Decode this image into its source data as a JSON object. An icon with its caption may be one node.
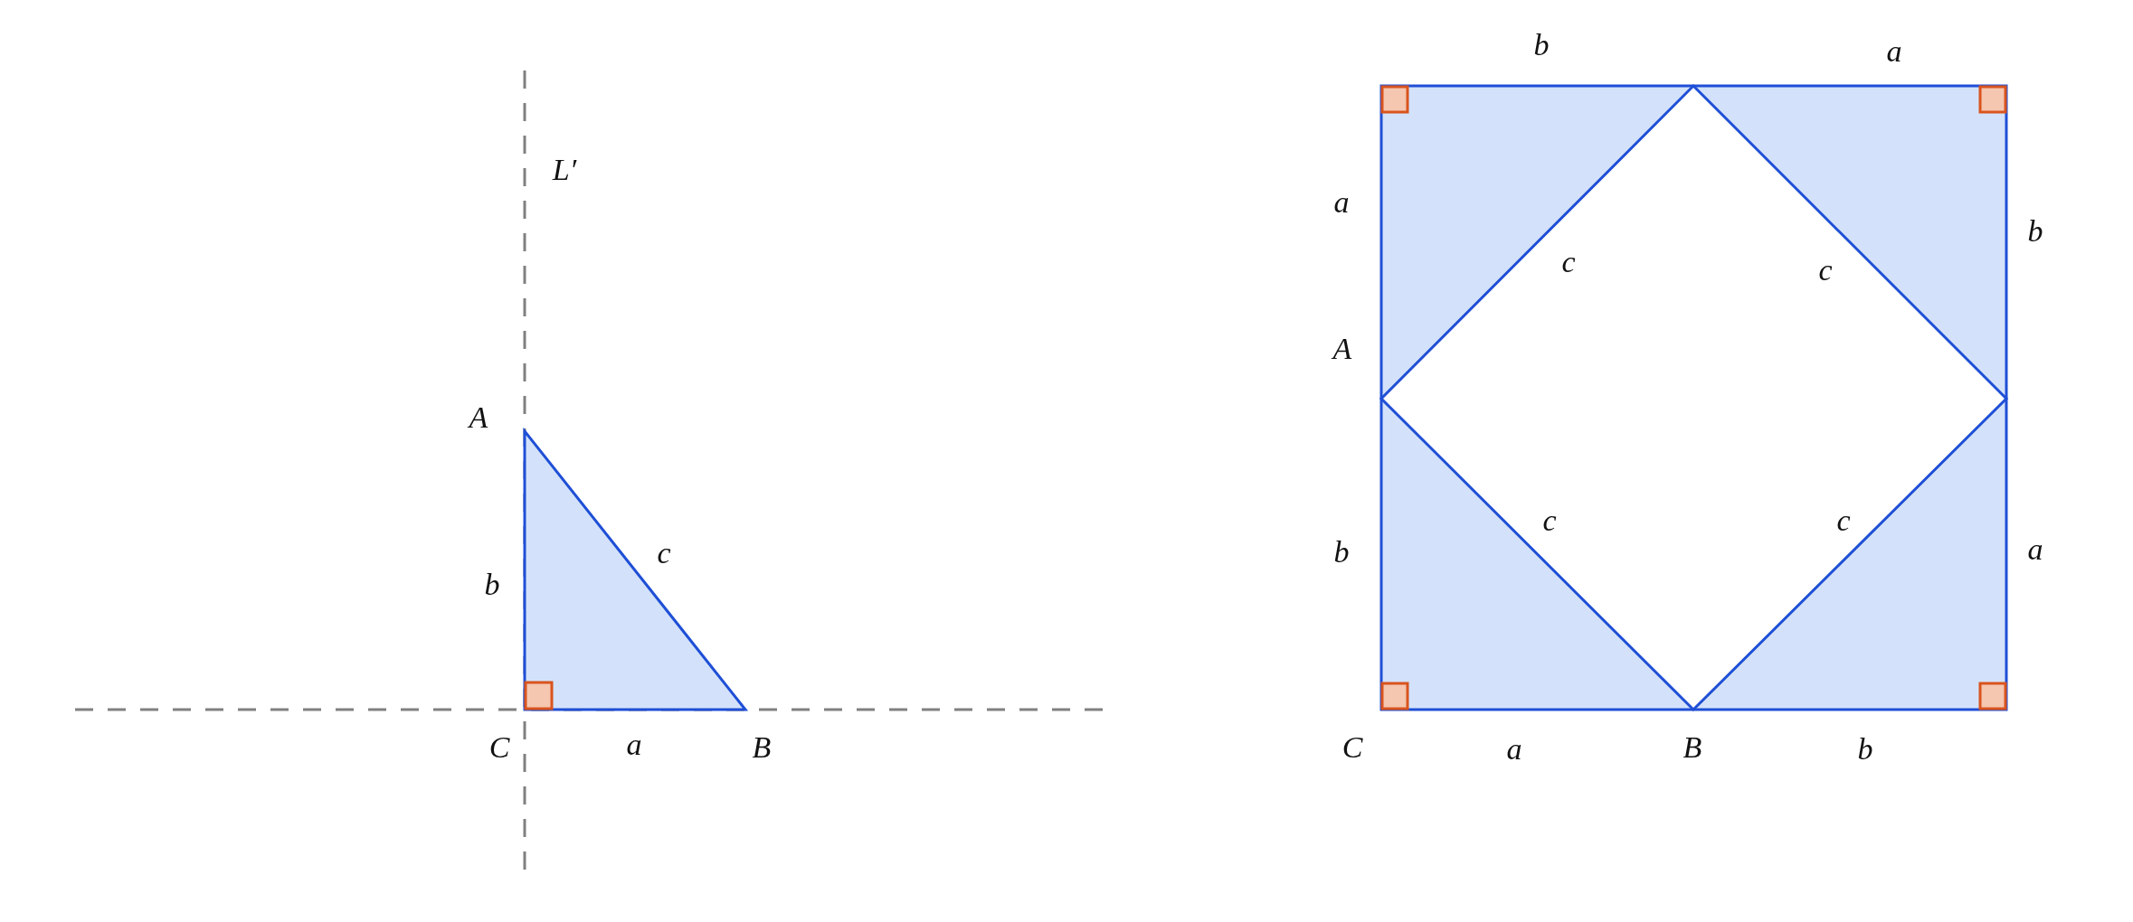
{
  "diagram": {
    "labels": [
      "L′",
      "A",
      "c",
      "b",
      "C",
      "a",
      "B",
      "b",
      "a",
      "a",
      "b",
      "c",
      "c",
      "A",
      "c",
      "c",
      "b",
      "a",
      "C",
      "a",
      "B",
      "b"
    ]
  }
}
